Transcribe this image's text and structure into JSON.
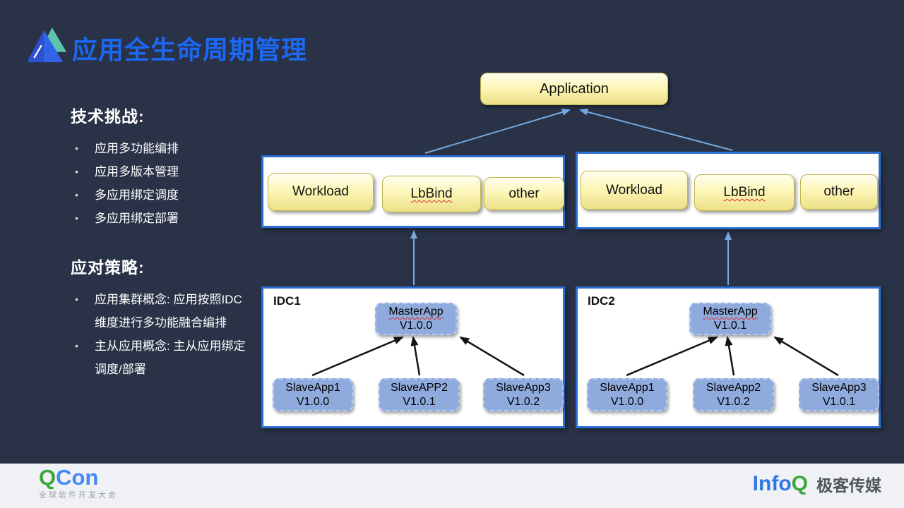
{
  "slide": {
    "title": "应用全生命周期管理",
    "sections": [
      {
        "heading": "技术挑战:",
        "bullets": [
          "应用多功能编排",
          "应用多版本管理",
          "多应用绑定调度",
          "多应用绑定部署"
        ]
      },
      {
        "heading": "应对策略:",
        "bullets": [
          "应用集群概念: 应用按照IDC维度进行多功能融合编排",
          "主从应用概念: 主从应用绑定调度/部署"
        ]
      }
    ]
  },
  "diagram": {
    "application_label": "Application",
    "clusters": [
      {
        "boxes": [
          "Workload",
          "LbBind",
          "other"
        ]
      },
      {
        "boxes": [
          "Workload",
          "LbBind",
          "other"
        ]
      }
    ],
    "idcs": [
      {
        "label": "IDC1",
        "master": {
          "name": "MasterApp",
          "version": "V1.0.0"
        },
        "slaves": [
          {
            "name": "SlaveApp1",
            "version": "V1.0.0"
          },
          {
            "name": "SlaveAPP2",
            "version": "V1.0.1"
          },
          {
            "name": "SlaveApp3",
            "version": "V1.0.2"
          }
        ]
      },
      {
        "label": "IDC2",
        "master": {
          "name": "MasterApp",
          "version": "V1.0.1"
        },
        "slaves": [
          {
            "name": "SlaveApp1",
            "version": "V1.0.0"
          },
          {
            "name": "SlaveApp2",
            "version": "V1.0.2"
          },
          {
            "name": "SlaveApp3",
            "version": "V1.0.1"
          }
        ]
      }
    ]
  },
  "footer": {
    "qcon_logo_q": "Q",
    "qcon_logo_rest": "Con",
    "qcon_subtitle": "全球软件开发大会",
    "infoq_logo_info": "Info",
    "infoq_logo_q": "Q",
    "infoq_brand": "极客传媒"
  },
  "colors": {
    "background": "#293247",
    "title_blue": "#1c68f2",
    "footer_bg": "#eff1f4",
    "yellow_box": "#ece087",
    "blue_node": "#8faadc",
    "container_border": "#2d6fd1",
    "blue_arrow": "#77a9de",
    "black_arrow": "#141414",
    "qcon_green": "#3aa83d",
    "qcon_blue": "#4687f7"
  }
}
